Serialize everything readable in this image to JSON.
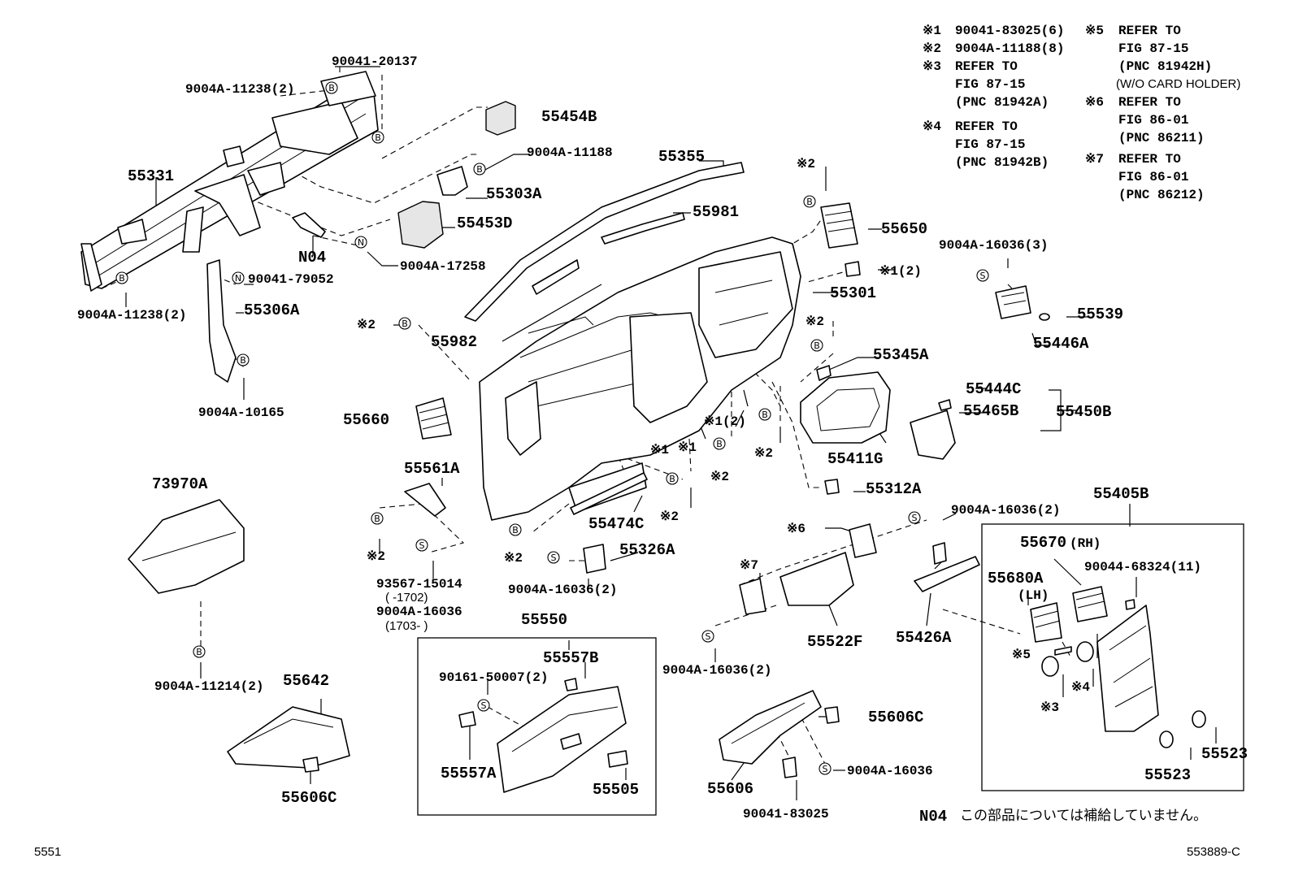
{
  "parts": {
    "p55331": "55331",
    "p90041_20137": "90041-20137",
    "p9004a_11238_top": "9004A-11238(2)",
    "p55454b": "55454B",
    "p9004a_11188": "9004A-11188",
    "p55303a": "55303A",
    "p55453d": "55453D",
    "pN04": "N04",
    "p9004a_17258": "9004A-17258",
    "p9004a_11238_bot": "9004A-11238(2)",
    "p90041_79052": "90041-79052",
    "p55306a": "55306A",
    "p9004a_10165": "9004A-10165",
    "p55355": "55355",
    "p55981": "55981",
    "p55982": "55982",
    "p55650": "55650",
    "p55301": "55301",
    "p55345a": "55345A",
    "p9004a_16036_3": "9004A-16036(3)",
    "p55539": "55539",
    "p55446a": "55446A",
    "p55444c": "55444C",
    "p55465b": "55465B",
    "p55450b": "55450B",
    "p55660": "55660",
    "p55561a": "55561A",
    "p55411g": "55411G",
    "p55312a": "55312A",
    "p73970a": "73970A",
    "p55474c": "55474C",
    "p55326a": "55326A",
    "p9004a_16036_2a": "9004A-16036(2)",
    "p93567_15014": "93567-15014",
    "p1702": "(      -1702)",
    "p9004a_16036": "9004A-16036",
    "p1703": "(1703-      )",
    "p9004a_11214": "9004A-11214(2)",
    "p55550": "55550",
    "p55557b": "55557B",
    "p90161_50007": "90161-50007(2)",
    "p55557a": "55557A",
    "p55505": "55505",
    "p55642": "55642",
    "p55606c_left": "55606C",
    "p9004a_16036_2b": "9004A-16036(2)",
    "p55522f": "55522F",
    "p9004a_16036_2c": "9004A-16036(2)",
    "p55426a": "55426A",
    "p55606c_mid": "55606C",
    "p55606": "55606",
    "p9004a_16036_mid": "9004A-16036",
    "p90041_83025": "90041-83025",
    "p55405b": "55405B",
    "p55670": "55670",
    "p55670_rh": "(RH)",
    "p90044_68324": "90044-68324(11)",
    "p55680a": "55680A",
    "p55680a_lh": "(LH)",
    "p55523_a": "55523",
    "p55523_b": "55523"
  },
  "markers": {
    "m1": "※1",
    "m1_2": "※1(2)",
    "m2": "※2",
    "m3": "※3",
    "m4": "※4",
    "m5": "※5",
    "m6": "※6",
    "m7": "※7"
  },
  "circles": {
    "b": "B",
    "s": "S",
    "n": "N"
  },
  "notes": {
    "n1_mark": "※1",
    "n1_text": "90041-83025(6)",
    "n2_mark": "※2",
    "n2_text": "9004A-11188(8)",
    "n3_mark": "※3",
    "n3_l1": "REFER TO",
    "n3_l2": "FIG 87-15",
    "n3_l3": "(PNC 81942A)",
    "n4_mark": "※4",
    "n4_l1": "REFER TO",
    "n4_l2": "FIG 87-15",
    "n4_l3": "(PNC 81942B)",
    "n5_mark": "※5",
    "n5_l1": "REFER TO",
    "n5_l2": "FIG 87-15",
    "n5_l3": "(PNC 81942H)",
    "n5_l4": "(W/O CARD HOLDER)",
    "n6_mark": "※6",
    "n6_l1": "REFER TO",
    "n6_l2": "FIG 86-01",
    "n6_l3": "(PNC 86211)",
    "n7_mark": "※7",
    "n7_l1": "REFER TO",
    "n7_l2": "FIG 86-01",
    "n7_l3": "(PNC 86212)"
  },
  "footnote": {
    "code": "N04",
    "text": "この部品については補給していません。"
  },
  "page_number": "5551",
  "figure_code": "553889-C"
}
